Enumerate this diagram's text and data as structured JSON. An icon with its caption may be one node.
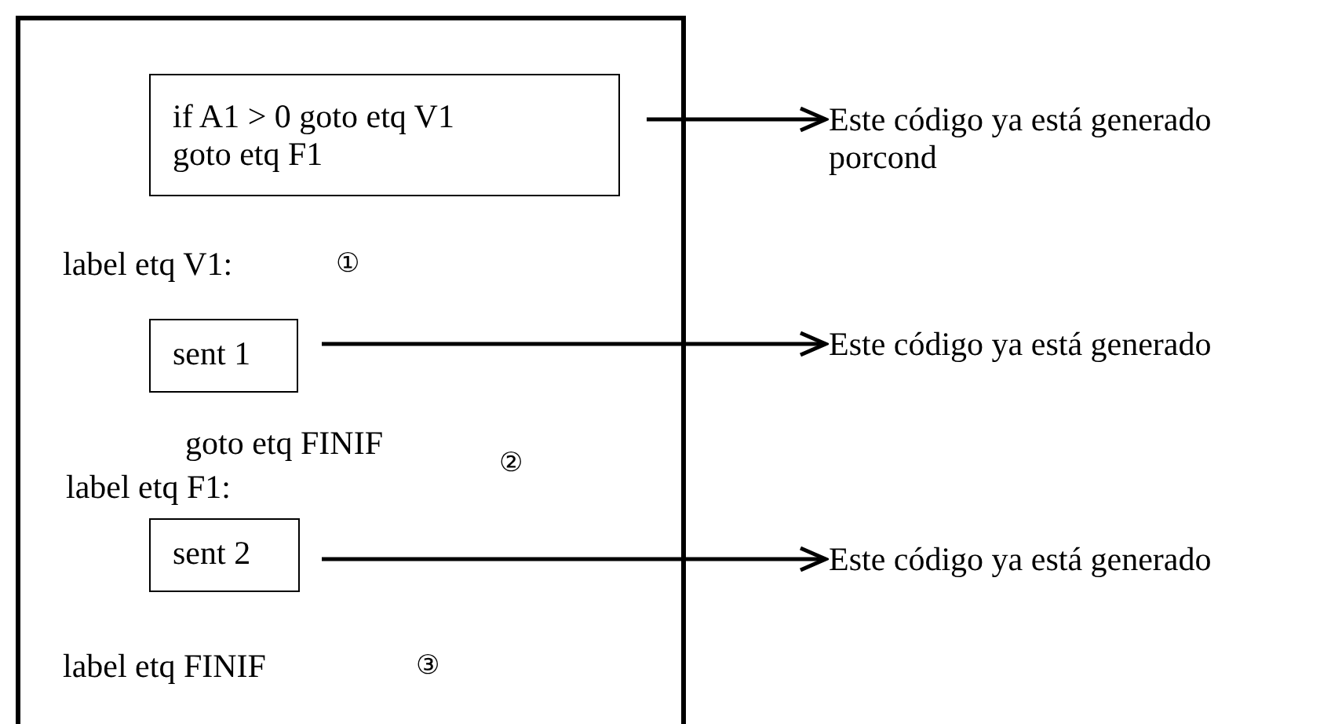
{
  "diagram": {
    "nodes": [
      {
        "text": [],
        "shape": "box"
      },
      {
        "text": [
          "if A1 > 0 goto etq V1 goto etq F1"
        ],
        "in": 0
      },
      {
        "text": [
          "sent 1"
        ],
        "in": 0
      },
      {
        "text": [
          "sent 2"
        ],
        "in": 0
      },
      {
        "text": [
          "Este código ya está generado porcond"
        ]
      },
      {
        "text": [
          "Este código ya está generado"
        ]
      },
      {
        "text": [
          "Este código ya está generado"
        ]
      }
    ],
    "edges": [
      {
        "from": 1,
        "to": 4,
        "arrow": "to"
      },
      {
        "from": 2,
        "to": 5,
        "arrow": "to"
      },
      {
        "from": 3,
        "to": 6,
        "arrow": "to"
      }
    ],
    "labels": [
      "label etq V1:",
      "①",
      "goto etq FINIF",
      "②",
      "label etq F1:",
      "label etq FINIF",
      "③"
    ]
  }
}
